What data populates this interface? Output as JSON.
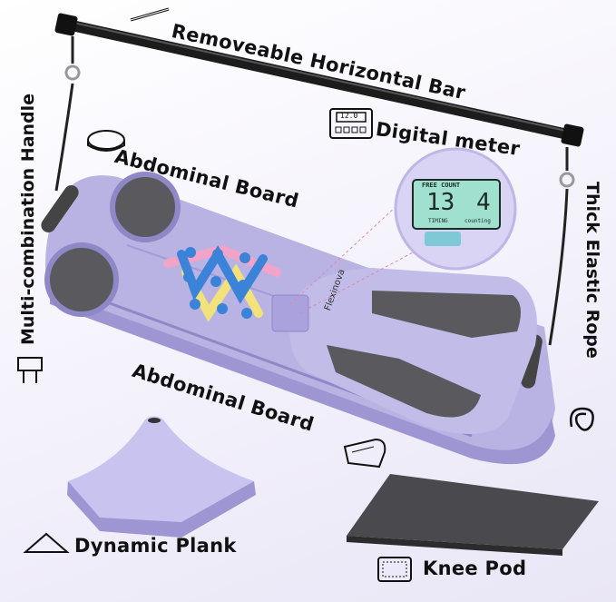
{
  "labels": {
    "horizontal_bar": "Removeable Horizontal Bar",
    "digital_meter": "Digital meter",
    "abdominal_board_top": "Abdominal Board",
    "abdominal_board_mid": "Abdominal Board",
    "handle": "Multi-combination Handle",
    "rope": "Thick Elastic Rope",
    "dynamic_plank": "Dynamic Plank",
    "knee_pod": "Knee Pod"
  },
  "brand": "Flexinova",
  "meter": {
    "header": "FREE COUNT",
    "reading_left": "13",
    "reading_right": "4",
    "sub_left": "TIMING",
    "sub_right": "counting",
    "icon_value": "12.0"
  },
  "colors": {
    "board": "#b9b3e3",
    "board_dark": "#9d96d2",
    "pad": "#5a5a5e",
    "bar": "#1c1c1c",
    "screen": "#9fe0cf",
    "peg_yellow": "#f3e27a",
    "peg_blue": "#3b82d9",
    "peg_pink": "#f2a3c8"
  }
}
